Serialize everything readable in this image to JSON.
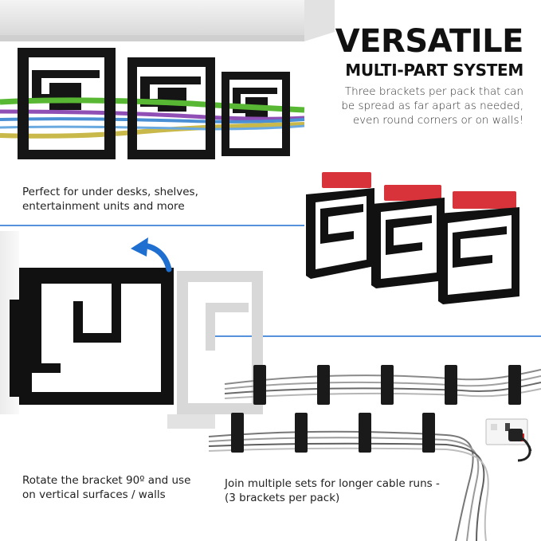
{
  "header": {
    "title": "VERSATILE",
    "subtitle": "MULTI-PART SYSTEM",
    "description": "Three brackets per pack that can be spread as far apart as needed, even round corners or on walls!"
  },
  "captions": {
    "under_desks": "Perfect for under desks, shelves, entertainment units and more",
    "rotate": "Rotate the bracket 90º and use on vertical surfaces / walls",
    "join": "Join multiple sets for longer cable runs - (3 brackets per pack)"
  },
  "colors": {
    "accent_line": "#1f6fd1",
    "bracket": "#111111",
    "adhesive": "#d8333b",
    "cable_green": "#59b833",
    "cable_purple": "#8f4fb5",
    "cable_yellow": "#c9b84a",
    "cable_blue": "#4a8fd4"
  },
  "icons": [
    "rotate-arrow-icon",
    "wall-socket-icon"
  ]
}
